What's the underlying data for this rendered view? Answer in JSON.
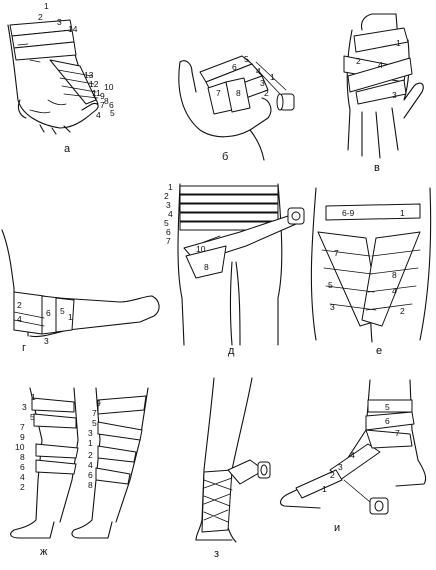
{
  "panels": [
    {
      "caption": "а",
      "labels": [
        "1",
        "2",
        "3",
        "14",
        "13",
        "12",
        "11",
        "10",
        "9",
        "8",
        "7",
        "6",
        "5",
        "4"
      ]
    },
    {
      "caption": "б",
      "labels": [
        "6",
        "5",
        "4",
        "3",
        "2",
        "1",
        "7",
        "8"
      ]
    },
    {
      "caption": "в",
      "labels": [
        "1",
        "2",
        "4",
        "3"
      ]
    },
    {
      "caption": "г",
      "labels": [
        "2",
        "4",
        "6",
        "5",
        "1",
        "3"
      ]
    },
    {
      "caption": "д",
      "labels": [
        "1",
        "2",
        "3",
        "4",
        "5",
        "6",
        "7",
        "10",
        "8"
      ]
    },
    {
      "caption": "е",
      "labels": [
        "6-9",
        "1",
        "7",
        "5",
        "3",
        "8",
        "4",
        "2"
      ]
    },
    {
      "caption": "ж",
      "labels": [
        "1",
        "3",
        "5",
        "7",
        "9",
        "10",
        "8",
        "6",
        "4",
        "2",
        "9",
        "7",
        "5",
        "3",
        "1",
        "2",
        "4",
        "6",
        "8"
      ]
    },
    {
      "caption": "з",
      "labels": []
    },
    {
      "caption": "и",
      "labels": [
        "5",
        "6",
        "7",
        "4",
        "3",
        "2",
        "1"
      ]
    }
  ]
}
